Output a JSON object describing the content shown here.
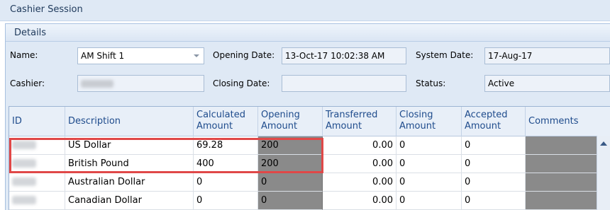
{
  "window": {
    "title": "Cashier Session"
  },
  "details": {
    "header": "Details",
    "name_label": "Name:",
    "name_value": "AM Shift 1",
    "opening_date_label": "Opening Date:",
    "opening_date_value": "13-Oct-17 10:02:38 AM",
    "system_date_label": "System Date:",
    "system_date_value": "17-Aug-17",
    "cashier_label": "Cashier:",
    "closing_date_label": "Closing Date:",
    "closing_date_value": "",
    "status_label": "Status:",
    "status_value": "Active"
  },
  "grid": {
    "columns": [
      "ID",
      "Description",
      "Calculated Amount",
      "Opening Amount",
      "Transferred Amount",
      "Closing Amount",
      "Accepted Amount",
      "Comments"
    ],
    "rows": [
      {
        "description": "US Dollar",
        "calculated": "69.28",
        "opening": "200",
        "transferred": "0.00",
        "closing": "0",
        "accepted": "0"
      },
      {
        "description": "British Pound",
        "calculated": "400",
        "opening": "200",
        "transferred": "0.00",
        "closing": "0",
        "accepted": "0"
      },
      {
        "description": "Australian Dollar",
        "calculated": "0",
        "opening": "0",
        "transferred": "0.00",
        "closing": "0",
        "accepted": "0"
      },
      {
        "description": "Canadian Dollar",
        "calculated": "0",
        "opening": "0",
        "transferred": "0.00",
        "closing": "0",
        "accepted": "0"
      }
    ]
  },
  "colors": {
    "highlight": "#e04848",
    "header_text": "#1e4b8c",
    "panel": "#dfe9f5"
  },
  "icons": {
    "dropdown": "chevron-down-icon",
    "scroll_up": "arrow-up-icon"
  }
}
